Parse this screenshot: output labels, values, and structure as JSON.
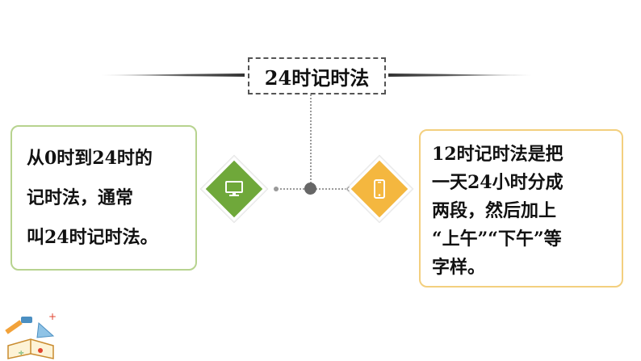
{
  "title": "24时记时法",
  "left_card": {
    "lines": [
      "从0时到24时的",
      "记时法，通常",
      "叫24时记时法。"
    ]
  },
  "right_card": {
    "lines": [
      "12时记时法是把",
      "一天24小时分成",
      "两段，然后加上",
      "“上午”“下午”等",
      "字样。"
    ]
  },
  "icons": {
    "left": "monitor-icon",
    "right": "smartphone-icon"
  },
  "colors": {
    "green": "#6fa83a",
    "yellow": "#f4b73f",
    "left_border": "#b7d38f",
    "right_border": "#f3cf7e"
  }
}
